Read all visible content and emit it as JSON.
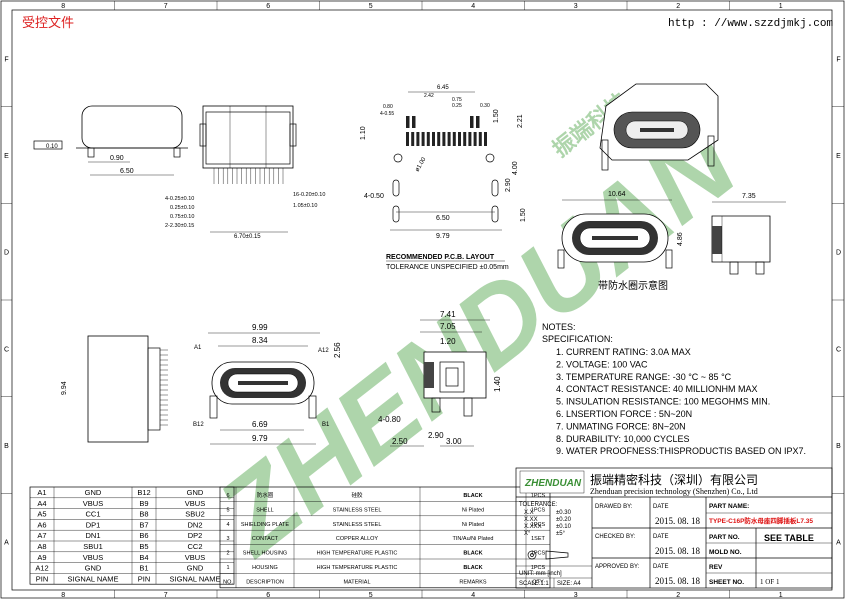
{
  "header": {
    "stamp": "受控文件",
    "url": "http : //www.szzdjmkj.com",
    "border_cols": [
      "8",
      "7",
      "6",
      "5",
      "4",
      "3",
      "2",
      "1"
    ],
    "border_rows": [
      "F",
      "E",
      "D",
      "C",
      "B",
      "A"
    ]
  },
  "watermark": {
    "brand": "ZHENDUAN",
    "chinese": "振端科技"
  },
  "dims": {
    "side_010": "0.10",
    "side_090": "0.90",
    "side_650": "6.50",
    "lead_a": "4-0.25±0.10",
    "lead_b": "0.25±0.10",
    "lead_c": "0.75±0.10",
    "lead_d": "2-2.30±0.15",
    "lead_e": "16-0.20±0.10",
    "lead_f": "1.05±0.10",
    "lead_g": "6.70±0.15",
    "pcb_645": "6.45",
    "pcb_242": "2.42",
    "pcb_075": "0.75",
    "pcb_025": "0.25",
    "pcb_080": "0.80",
    "pcb_4055": "4-0.55",
    "pcb_030": "0.30",
    "pcb_110": "1.10",
    "pcb_150a": "1.50",
    "pcb_221": "2.21",
    "pcb_100": "ø1.00",
    "pcb_290": "2.90",
    "pcb_400": "4.00",
    "pcb_450": "4-0.50",
    "pcb_650": "6.50",
    "pcb_150b": "1.50",
    "pcb_979": "9.79",
    "pcb_title": "RECOMMENDED  P.C.B. LAYOUT",
    "pcb_tol": "TOLERANCE  UNSPECIFIED  ±0.05mm",
    "ring_1064": "10.64",
    "ring_486": "4.86",
    "ring_735": "7.35",
    "ring_caption": "带防水圈示意图",
    "front_994": "9.94",
    "front_999": "9.99",
    "front_834": "8.34",
    "front_256": "2.56",
    "front_a1": "A1",
    "front_a12": "A12",
    "front_b12": "B12",
    "front_b1": "B1",
    "front_669": "6.69",
    "front_979": "9.79",
    "sv_741": "7.41",
    "sv_705": "7.05",
    "sv_120": "1.20",
    "sv_140": "1.40",
    "sv_480": "4-0.80",
    "sv_290": "2.90",
    "sv_250": "2.50",
    "sv_300": "3.00"
  },
  "notes": {
    "title": "NOTES:",
    "spec": "SPECIFICATION:",
    "items": [
      "1. CURRENT RATING: 3.0A MAX",
      "2. VOLTAGE: 100 VAC",
      "3. TEMPERATURE RANGE: -30 °C ~ 85 °C",
      "4. CONTACT RESISTANCE: 40 MILLIONHM MAX",
      "5. INSULATION RESISTANCE: 100 MEGOHMS MIN.",
      "6. LNSERTION  FORCE : 5N~20N",
      "7. UNMATING  FORCE: 8N~20N",
      "8. DURABILITY:   10,000 CYCLES",
      "9. WATER PROOFNESS:THISPRODUCTIS BASED ON IPX7."
    ]
  },
  "pin_table": {
    "headers": [
      "PIN",
      "SIGNAL NAME",
      "PIN",
      "SIGNAL NAME"
    ],
    "rows": [
      [
        "A1",
        "GND",
        "B12",
        "GND"
      ],
      [
        "A4",
        "VBUS",
        "B9",
        "VBUS"
      ],
      [
        "A5",
        "CC1",
        "B8",
        "SBU2"
      ],
      [
        "A6",
        "DP1",
        "B7",
        "DN2"
      ],
      [
        "A7",
        "DN1",
        "B6",
        "DP2"
      ],
      [
        "A8",
        "SBU1",
        "B5",
        "CC2"
      ],
      [
        "A9",
        "VBUS",
        "B4",
        "VBUS"
      ],
      [
        "A12",
        "GND",
        "B1",
        "GND"
      ]
    ]
  },
  "bom_table": {
    "headers": [
      "NO.",
      "DESCRIPTION",
      "MATERIAL",
      "REMARKS",
      "QTY"
    ],
    "rows": [
      [
        "6",
        "防水圈",
        "硅胶",
        "BLACK",
        "1PCS"
      ],
      [
        "5",
        "SHELL",
        "STAINLESS STEEL",
        "Ni Plated",
        "1PCS"
      ],
      [
        "4",
        "SHIELDING PLATE",
        "STAINLESS STEEL",
        "Ni Plated",
        "1PCS"
      ],
      [
        "3",
        "CONTACT",
        "COPPER ALLOY",
        "TIN/Au/Ni Plated",
        "1SET"
      ],
      [
        "2",
        "SHELL HOUSING",
        "HIGH TEMPERATURE PLASTIC",
        "BLACK",
        "1PCS"
      ],
      [
        "1",
        "HOUSING",
        "HIGH TEMPERATURE PLASTIC",
        "BLACK",
        "1PCS"
      ]
    ]
  },
  "title_block": {
    "logo": "ZHENDUAN",
    "company_cn": "振端精密科技（深圳）有限公司",
    "company_en": "Zhenduan precision technology (Shenzhen) Co., Ltd",
    "tolerance_label": "TOLERANCE:",
    "tol_rows": [
      [
        "X.X",
        "±0.30"
      ],
      [
        "X.XX",
        "±0.20"
      ],
      [
        "X.XXX",
        "±0.10"
      ],
      [
        "X°",
        "±5°"
      ]
    ],
    "unit": "UNIT:  mm [inch]",
    "scale": "SCALE:1:1",
    "size": "SIZE: A4",
    "drawn_label": "DRAWED BY:",
    "drawn_date": "2015. 08. 18",
    "checked_label": "CHECKED BY:",
    "checked_date": "2015. 08. 18",
    "approved_label": "APPROVED BY:",
    "approved_date": "2015. 08. 18",
    "date_label": "DATE",
    "part_name_label": "PART NAME:",
    "part_name": "TYPE-C16P防水母座四脚插板L7.35",
    "part_no_label": "PART NO.",
    "mold_no_label": "MOLD NO.",
    "mold_no": "SEE TABLE",
    "rev_label": "REV",
    "sheet_label": "SHEET NO.",
    "sheet": "1 OF 1"
  }
}
